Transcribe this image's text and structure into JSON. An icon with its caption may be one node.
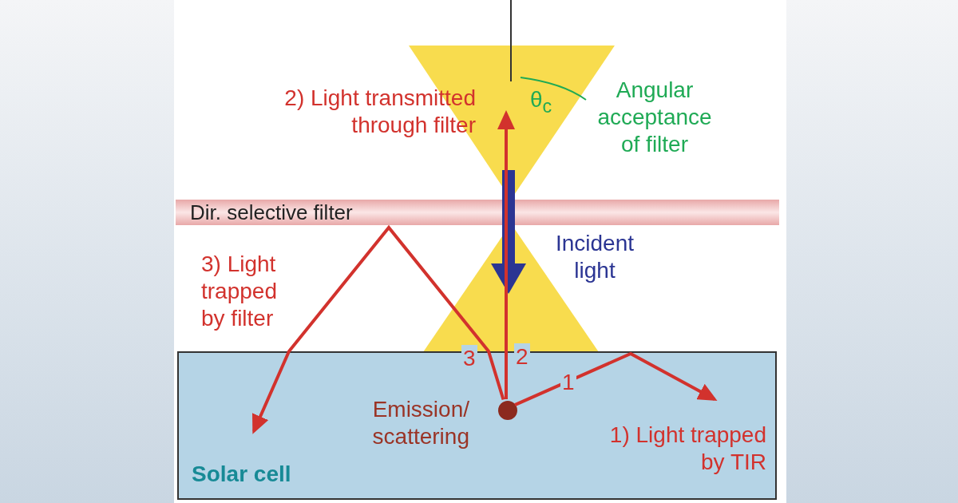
{
  "diagram": {
    "nodes": [
      {
        "text": [
          "Dir. selective filter"
        ]
      },
      {
        "text": [
          "Solar cell"
        ]
      },
      {
        "text": [],
        "shape": "circle",
        "in": 1,
        "beside": [
          "Emission/ scattering"
        ]
      }
    ],
    "edges": [
      {
        "from": 2,
        "to": null,
        "arrow": "to",
        "label": "1"
      },
      {
        "from": 2,
        "to": null,
        "arrow": "to",
        "label": "2"
      },
      {
        "from": 2,
        "to": null,
        "arrow": "to",
        "label": "3"
      }
    ],
    "labels": [
      "2) Light transmitted through filter",
      "θ$_{c}$",
      "Angular acceptance of filter",
      "3) Light trapped by filter",
      "Incident light",
      "1) Light trapped by TIR"
    ]
  }
}
